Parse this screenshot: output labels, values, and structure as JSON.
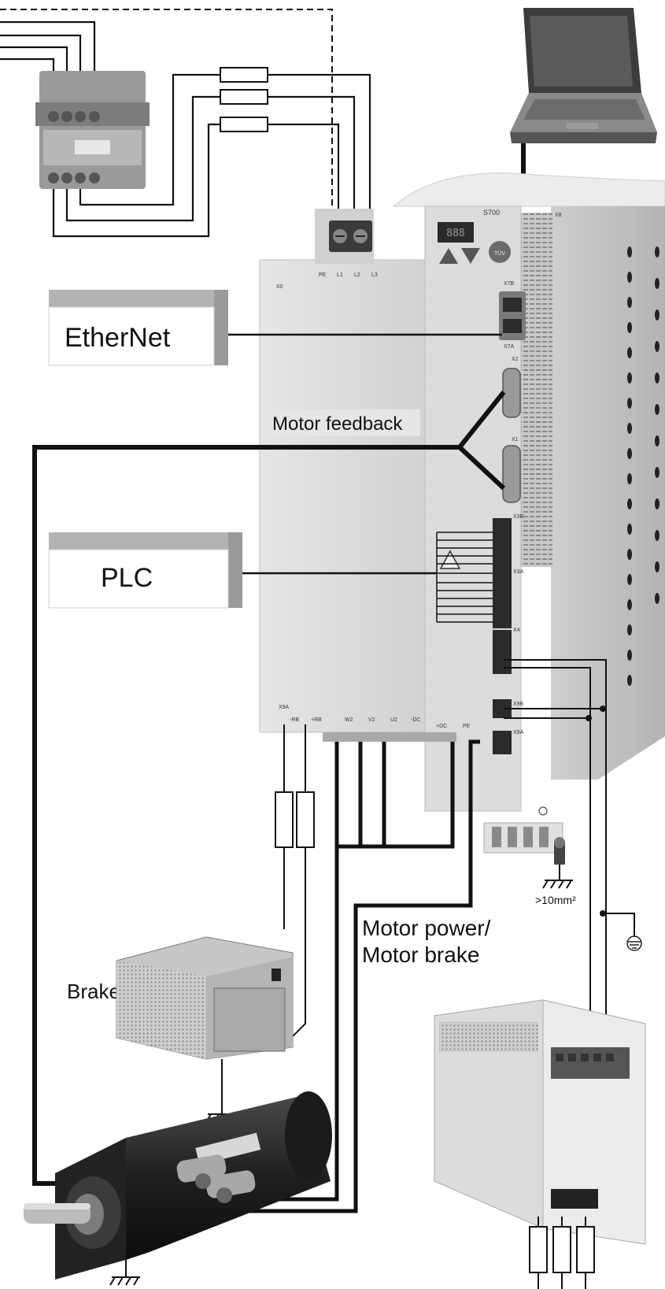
{
  "labels": {
    "ethernet": "EtherNet",
    "plc": "PLC",
    "motor_feedback": "Motor feedback",
    "brake_resistor": "Brake resistor",
    "motor_power_line1": "Motor power/",
    "motor_power_line2": "Motor brake",
    "ground_spec": ">10mm²"
  },
  "drive": {
    "model": "S700",
    "display": "888",
    "cert": "TÜV"
  },
  "terminals": {
    "x0": "X0",
    "pe": "PE",
    "l1": "L1",
    "l2": "L2",
    "l3": "L3",
    "x7b": "X7B",
    "x7a": "X7A",
    "x2": "X2",
    "x1": "X1",
    "x3b": "X3B",
    "x3a": "X3A",
    "x4": "X4",
    "x9b": "X9B",
    "x9a": "X9A",
    "x8": "X8",
    "mrb": "-RB",
    "prb": "+RB",
    "w2": "W2",
    "v2": "V2",
    "u2": "U2",
    "dc": "-DC",
    "pdc": "+DC",
    "pe2": "PE"
  }
}
